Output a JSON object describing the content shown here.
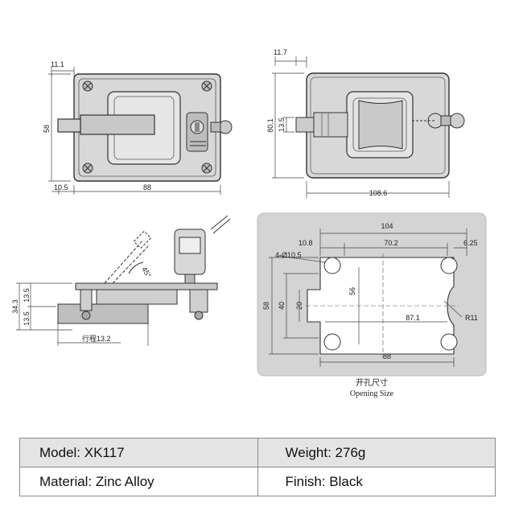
{
  "top_left_view": {
    "dim_top": "11.1",
    "dim_left": "58",
    "dim_bottom_left": "10.5",
    "dim_bottom": "88"
  },
  "top_right_view": {
    "dim_top": "11.7",
    "dim_left_outer": "80.1",
    "dim_left_inner": "13.5",
    "dim_bottom": "108.6"
  },
  "side_view": {
    "angle": "45°",
    "dim_height": "34.3",
    "dim_upper": "13.5",
    "dim_lower": "13.5",
    "dim_stroke": "行程13.2"
  },
  "opening_view": {
    "dim_total_width": "104",
    "dim_left_offset": "10.8",
    "dim_hole_spacing": "70.2",
    "dim_right_offset": "6.25",
    "hole_label": "4-Ø10.5",
    "dim_height": "58",
    "dim_inner_height": "40",
    "dim_notch": "20",
    "dim_center_height": "56",
    "dim_center_width": "87.1",
    "radius_label": "R11",
    "dim_bottom_width": "88",
    "caption_cn": "开孔尺寸",
    "caption_en": "Opening Size"
  },
  "specs": [
    {
      "label": "Model: XK117",
      "value": "Weight: 276g"
    },
    {
      "label": "Material: Zinc Alloy",
      "value": "Finish: Black"
    }
  ]
}
